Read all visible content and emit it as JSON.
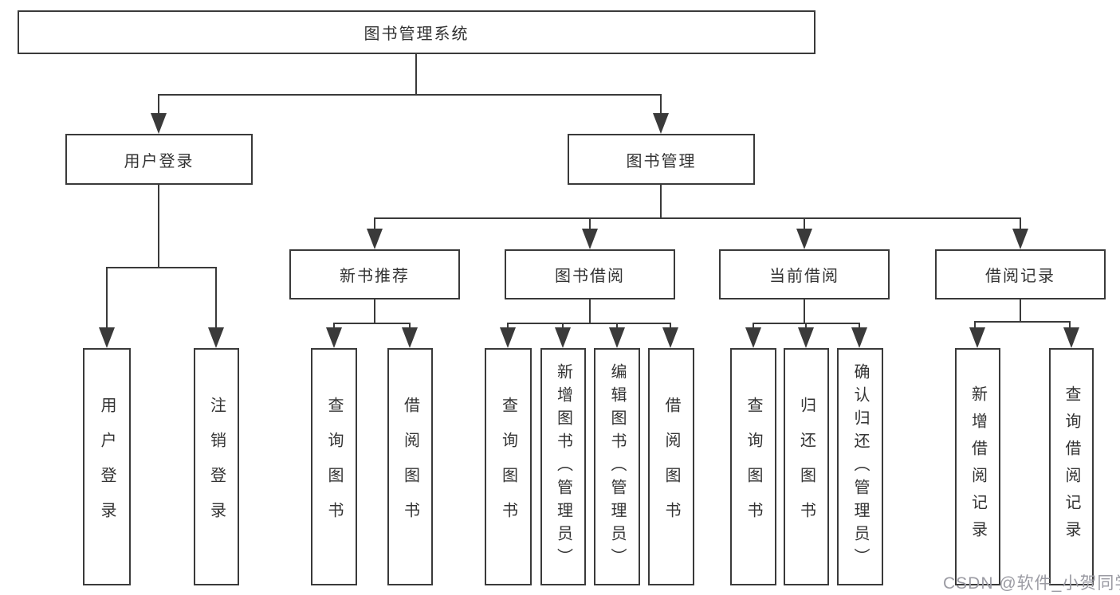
{
  "tree": {
    "root": {
      "label": "图书管理系统",
      "children": [
        {
          "label": "用户登录",
          "children": [
            {
              "label": "用户登录"
            },
            {
              "label": "注销登录"
            }
          ]
        },
        {
          "label": "图书管理",
          "children": [
            {
              "label": "新书推荐",
              "children": [
                {
                  "label": "查询图书"
                },
                {
                  "label": "借阅图书"
                }
              ]
            },
            {
              "label": "图书借阅",
              "children": [
                {
                  "label": "查询图书"
                },
                {
                  "label": "新增图书（管理员）"
                },
                {
                  "label": "编辑图书（管理员）"
                },
                {
                  "label": "借阅图书"
                }
              ]
            },
            {
              "label": "当前借阅",
              "children": [
                {
                  "label": "查询图书"
                },
                {
                  "label": "归还图书"
                },
                {
                  "label": "确认归还（管理员）"
                }
              ]
            },
            {
              "label": "借阅记录",
              "children": [
                {
                  "label": "新增借阅记录"
                },
                {
                  "label": "查询借阅记录"
                }
              ]
            }
          ]
        }
      ]
    }
  },
  "watermark": {
    "text": "CSDN @软件_小贺同学"
  },
  "colors": {
    "line": "#3a3a3a",
    "text": "#333333",
    "watermark": "#9b9ba3",
    "background": "#ffffff"
  }
}
